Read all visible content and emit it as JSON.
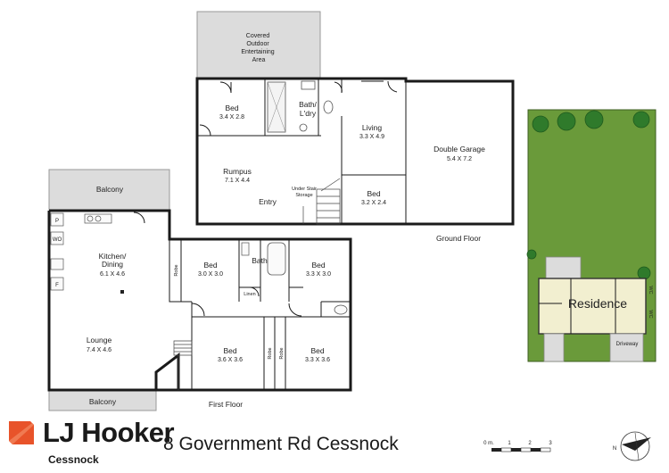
{
  "listing": {
    "brand_name": "LJ Hooker",
    "office": "Cessnock",
    "address": "8 Government Rd Cessnock"
  },
  "ground_floor": {
    "title": "Ground Floor",
    "outdoor_area": "Covered Outdoor Entertaining Area",
    "rooms": [
      {
        "name": "Bed",
        "dims": "3.4 X 2.8"
      },
      {
        "name": "Bath/ L'dry",
        "dims": ""
      },
      {
        "name": "Living",
        "dims": "3.3 X 4.9"
      },
      {
        "name": "Double Garage",
        "dims": "5.4 X 7.2"
      },
      {
        "name": "Rumpus",
        "dims": "7.1 X 4.4"
      },
      {
        "name": "Bed",
        "dims": "3.2 X 2.4"
      }
    ],
    "entry": "Entry",
    "under_stair": "Under Stair Storage"
  },
  "first_floor": {
    "title": "First Floor",
    "balcony_top": "Balcony",
    "balcony_bottom": "Balcony",
    "rooms": [
      {
        "name": "Kitchen/ Dining",
        "dims": "6.1 X 4.6"
      },
      {
        "name": "Bed",
        "dims": "3.0 X 3.0"
      },
      {
        "name": "Bath",
        "dims": ""
      },
      {
        "name": "Bed",
        "dims": "3.3 X 3.0"
      },
      {
        "name": "Lounge",
        "dims": "7.4 X 4.6"
      },
      {
        "name": "Bed",
        "dims": "3.6 X 3.6"
      },
      {
        "name": "Bed",
        "dims": "3.3 X 3.6"
      }
    ],
    "fixtures": {
      "pantry": "P",
      "wall_oven": "WO",
      "fridge": "F",
      "robe": "Robe",
      "linen": "Linen"
    }
  },
  "site_plan": {
    "residence": "Residence",
    "driveway": "Driveway",
    "wc": "WC"
  },
  "scale": {
    "unit": "0 m.",
    "ticks": [
      "1",
      "2",
      "3"
    ]
  },
  "compass": {
    "north": "N"
  },
  "colors": {
    "roof": "#dcdcdc",
    "lawn": "#6a9a3a",
    "tree": "#2f7a2b",
    "brand_orange": "#e8532a",
    "residence": "#f2efd0"
  }
}
